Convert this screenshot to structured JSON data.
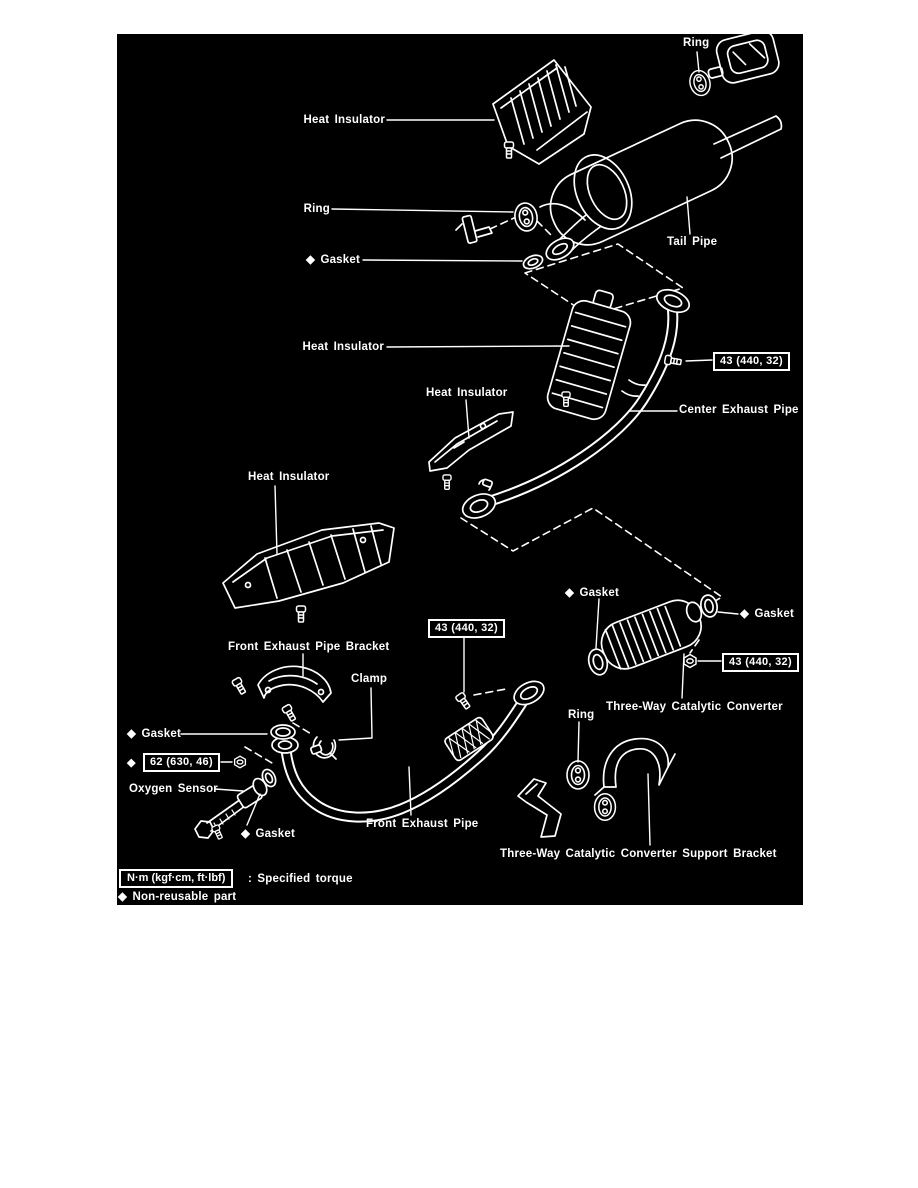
{
  "colors": {
    "page": "#ffffff",
    "panel": "#000000",
    "ink": "#ffffff"
  },
  "labels": {
    "ring_top": "Ring",
    "heat_insulator_top": "Heat Insulator",
    "ring_upper": "Ring",
    "gasket_upper": "◆ Gasket",
    "tail_pipe": "Tail Pipe",
    "heat_insulator_mid": "Heat Insulator",
    "heat_insulator_small": "Heat Insulator",
    "center_exhaust_pipe": "Center Exhaust Pipe",
    "heat_insulator_front": "Heat Insulator",
    "gasket_cat_inlet": "◆ Gasket",
    "gasket_cat_outlet": "◆ Gasket",
    "front_exhaust_pipe_bracket": "Front Exhaust Pipe Bracket",
    "clamp": "Clamp",
    "three_way_catalytic_converter": "Three-Way Catalytic Converter",
    "ring_lower": "Ring",
    "gasket_front_flange": "◆ Gasket",
    "diamond": "◆",
    "oxygen_sensor": "Oxygen Sensor",
    "gasket_oxygen_sensor": "◆ Gasket",
    "front_exhaust_pipe": "Front Exhaust Pipe",
    "support_bracket": "Three-Way Catalytic Converter Support Bracket"
  },
  "torques": {
    "bolt_43_top": "43 (440, 32)",
    "bolt_43_front": "43 (440, 32)",
    "bolt_43_cat": "43 (440, 32)",
    "oxygen_sensor_62": "62 (630, 46)"
  },
  "legend": {
    "unit_box": "N·m (kgf·cm, ft·lbf)",
    "unit_desc": ": Specified torque",
    "non_reusable": "◆ Non-reusable part"
  }
}
